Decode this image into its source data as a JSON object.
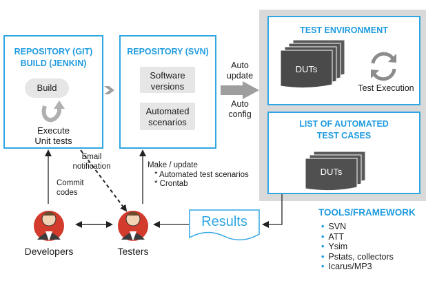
{
  "repo_git": {
    "title_line1": "REPOSITORY (GIT)",
    "title_line2": "BUILD (JENKIN)",
    "build": "Build",
    "execute_line1": "Execute",
    "execute_line2": "Unit tests"
  },
  "repo_svn": {
    "title": "REPOSITORY (SVN)",
    "software_line1": "Software",
    "software_line2": "versions",
    "automated_line1": "Automated",
    "automated_line2": "scenarios"
  },
  "auto_update": {
    "line1": "Auto",
    "line2": "update"
  },
  "auto_config": {
    "line1": "Auto",
    "line2": "config"
  },
  "test_env": {
    "title": "TEST ENVIRONMENT",
    "duts": "DUTs",
    "execution": "Test Execution"
  },
  "test_cases": {
    "title_line1": "LIST OF AUTOMATED",
    "title_line2": "TEST CASES",
    "duts": "DUTs"
  },
  "email": {
    "line1": "Email",
    "line2": "notification"
  },
  "make_update": {
    "line1": "Make / update",
    "line2": "* Automated test scenarios",
    "line3": "* Crontab"
  },
  "commit": {
    "line1": "Commit",
    "line2": "codes"
  },
  "results": "Results",
  "developers": "Developers",
  "testers": "Testers",
  "tools": {
    "title": "TOOLS/FRAMEWORK",
    "items": [
      "SVN",
      "ATT",
      "Ysim",
      "Pstats, collectors",
      "Icarus/MP3"
    ]
  },
  "colors": {
    "accent": "#2ea6e3",
    "title": "#1e9be0",
    "panel": "#d9d9d9",
    "box": "#e6e6e6"
  }
}
